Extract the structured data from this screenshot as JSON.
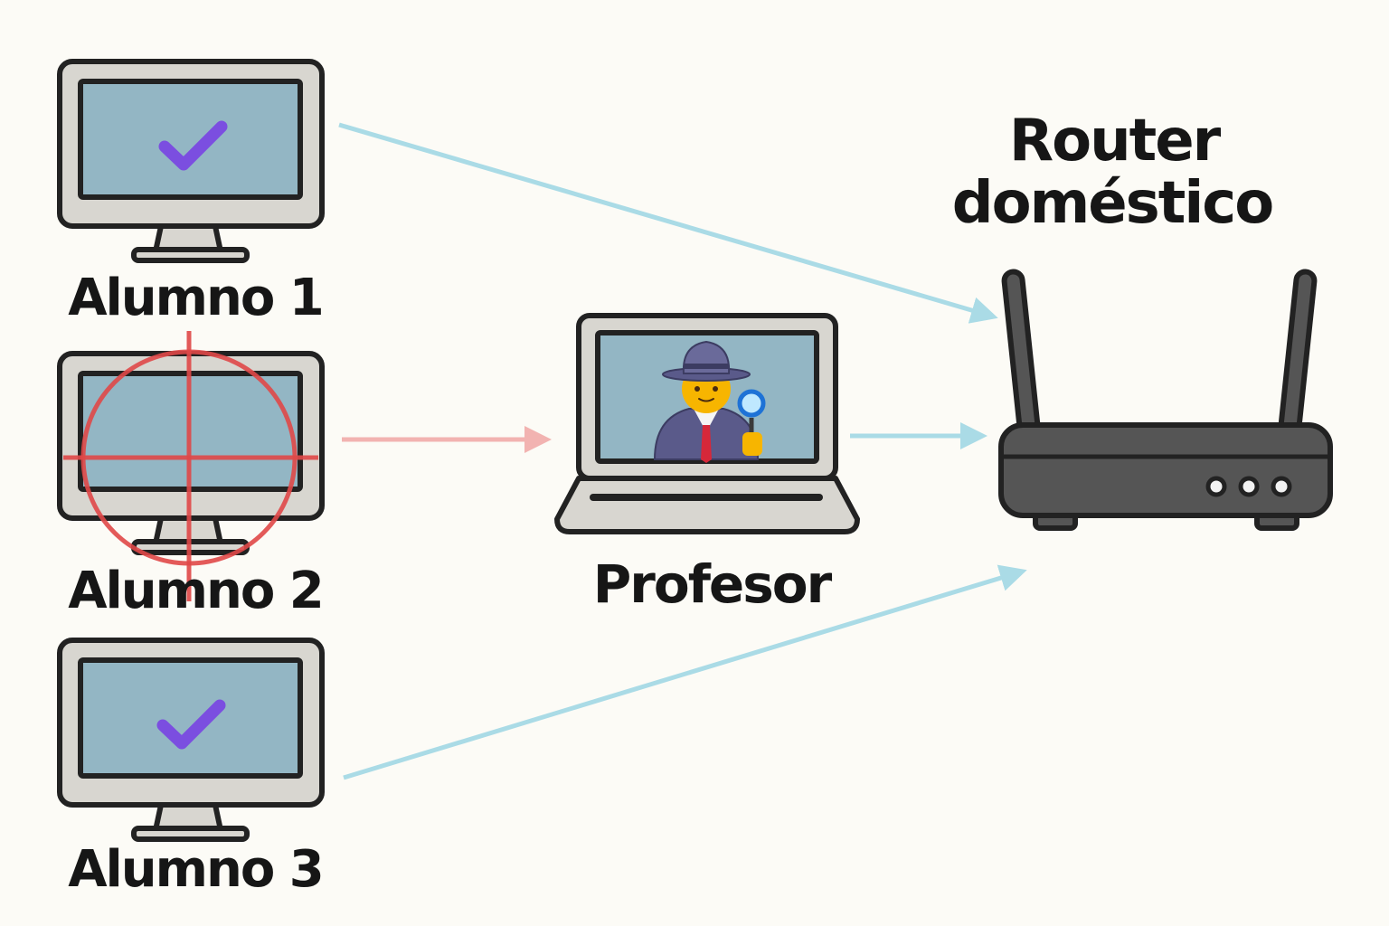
{
  "router": {
    "title_line1": "Router",
    "title_line2": "doméstico",
    "body_color": "#555555",
    "led_count": 3
  },
  "professor": {
    "label": "Profesor",
    "screen_icon": "detective-icon"
  },
  "students": [
    {
      "label": "Alumno 1",
      "status": "ok",
      "screen_icon": "checkmark-icon"
    },
    {
      "label": "Alumno 2",
      "status": "targeted",
      "screen_icon": "crosshair-icon"
    },
    {
      "label": "Alumno 3",
      "status": "ok",
      "screen_icon": "checkmark-icon"
    }
  ],
  "colors": {
    "background": "#fcfbf6",
    "screen": "#93b6c4",
    "device_body": "#d8d6d0",
    "outline": "#222222",
    "check": "#7b4ee0",
    "target": "#e04848",
    "arrow_normal": "#aadbe6",
    "arrow_intercept": "#f2b3b1"
  }
}
